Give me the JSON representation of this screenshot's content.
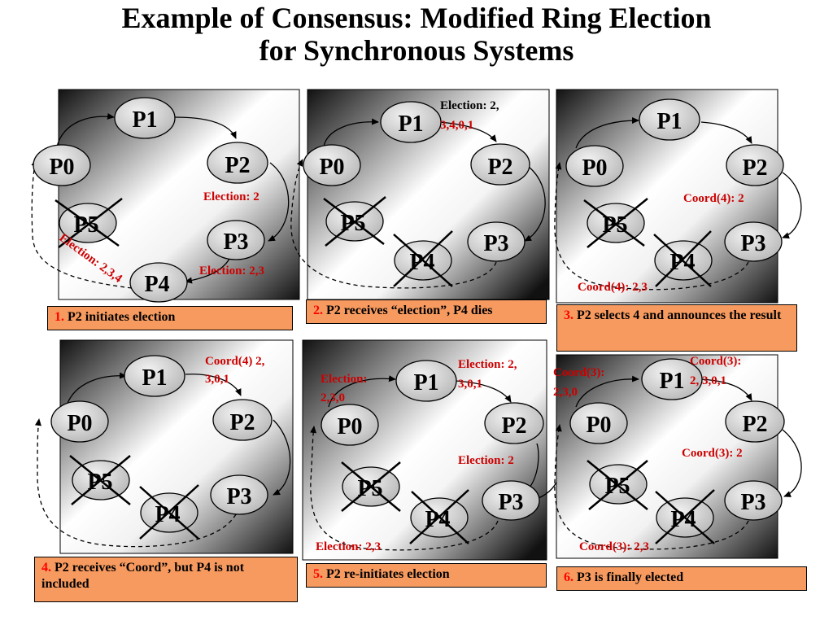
{
  "title": {
    "line1": "Example of Consensus: Modified Ring Election",
    "line2": "for Synchronous Systems"
  },
  "colors": {
    "caption_bg": "#f79a5f",
    "caption_number": "#ff0000",
    "message_text": "#cc0000",
    "node_fill": "#d9d9d9"
  },
  "panels": [
    {
      "number": "1.",
      "caption": "P2 initiates election",
      "nodes": [
        "P1",
        "P0",
        "P2",
        "P5",
        "P3",
        "P4"
      ],
      "crossed": [
        "P5"
      ],
      "messages": [
        "Election: 2",
        "Election: 2,3",
        "Election: 2,3,4"
      ]
    },
    {
      "number": "2.",
      "caption": "P2 receives “election”, P4 dies",
      "nodes": [
        "P1",
        "P0",
        "P2",
        "P5",
        "P3",
        "P4"
      ],
      "crossed": [
        "P5",
        "P4"
      ],
      "messages": [
        "Election: 2,",
        "3,4,0,1"
      ]
    },
    {
      "number": "3.",
      "caption": "P2 selects 4 and announces the result",
      "nodes": [
        "P1",
        "P0",
        "P2",
        "P5",
        "P3",
        "P4"
      ],
      "crossed": [
        "P5",
        "P4"
      ],
      "messages": [
        "Coord(4): 2",
        "Coord(4): 2,3"
      ]
    },
    {
      "number": "4.",
      "caption": "P2 receives “Coord”, but P4 is not included",
      "nodes": [
        "P1",
        "P0",
        "P2",
        "P5",
        "P3",
        "P4"
      ],
      "crossed": [
        "P5",
        "P4"
      ],
      "messages": [
        "Coord(4) 2,",
        "3,0,1"
      ]
    },
    {
      "number": "5.",
      "caption": "P2 re-initiates election",
      "nodes": [
        "P1",
        "P0",
        "P2",
        "P5",
        "P3",
        "P4"
      ],
      "crossed": [
        "P5",
        "P4"
      ],
      "messages": [
        "Election:",
        "2,3,0",
        "Election: 2,",
        "3,0,1",
        "Election: 2",
        "Election: 2,3"
      ]
    },
    {
      "number": "6.",
      "caption": "P3 is finally elected",
      "nodes": [
        "P1",
        "P0",
        "P2",
        "P5",
        "P3",
        "P4"
      ],
      "crossed": [
        "P5",
        "P4"
      ],
      "messages": [
        "Coord(3):",
        "2,3,0",
        "Coord(3):",
        "2, 3,0,1",
        "Coord(3): 2",
        "Coord(3): 2,3"
      ]
    }
  ]
}
